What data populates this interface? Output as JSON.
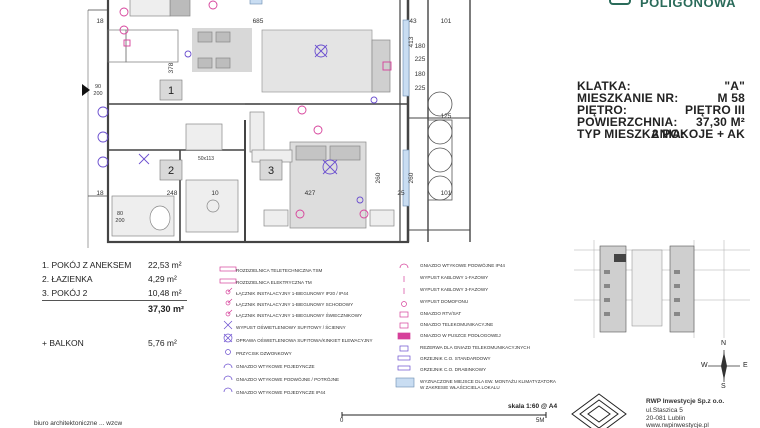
{
  "brand": {
    "logo_text": "POLIGONOWA"
  },
  "apartment": {
    "rows": [
      {
        "label": "KLATKA:",
        "value": "\"A\""
      },
      {
        "label": "MIESZKANIE NR:",
        "value": "M  58"
      },
      {
        "label": "PIĘTRO:",
        "value": "PIĘTRO III"
      },
      {
        "label": "POWIERZCHNIA:",
        "value": "37,30 M²"
      },
      {
        "label": "TYP MIESZKANIA:",
        "value": "2 POKOJE + AK"
      }
    ]
  },
  "rooms": [
    {
      "name": "1. POKÓJ Z ANEKSEM",
      "area": "22,53 m²"
    },
    {
      "name": "2. ŁAZIENKA",
      "area": "4,29 m²"
    },
    {
      "name": "3. POKÓJ 2",
      "area": "10,48 m²"
    }
  ],
  "total_area": "37,30 m²",
  "balcony": {
    "name": "+ BALKON",
    "area": "5,76  m²"
  },
  "room_labels": [
    "1",
    "2",
    "3"
  ],
  "dimensions": [
    "685",
    "43",
    "101",
    "378",
    "413",
    "180",
    "225",
    "180",
    "225",
    "260",
    "50x113",
    "248",
    "10",
    "427",
    "260",
    "18",
    "18",
    "25",
    "101",
    "90",
    "200",
    "80",
    "200",
    "125"
  ],
  "legend_left": [
    "ROZDZIELNICA TELETECHNICZNA TSM",
    "ROZDZIELNICA ELEKTRYCZNA TM",
    "ŁĄCZNIK INSTALACYJNY 1-BIEGUNOWY IP20 / IP44",
    "ŁĄCZNIK INSTALACYJNY 1-BIEGUNOWY SCHODOWY",
    "ŁĄCZNIK INSTALACYJNY 1-BIEGUNOWY ŚWIECZNIKOWY",
    "WYPUST OŚWIETLENIOWY SUFITOWY / ŚCIENNY",
    "OPRAWA OŚWIETLENIOWA SUFITOWA/KINKIET ELEWACYJNY",
    "PRZYCISK DZWONKOWY",
    "GNIAZDO WTYKOWE POJEDYNCZE",
    "GNIAZDO WTYKOWE PODWÓJNE / POTRÓJNE",
    "GNIAZDO WTYKOWE POJEDYNCZE IP44"
  ],
  "legend_right": [
    "GNIAZDO WTYKOWE PODWÓJNE IP44",
    "WYPUST KABLOWY 1-FAZOWY",
    "WYPUST KABLOWY 3-FAZOWY",
    "WYPUST DOMOFONU",
    "GNIAZDO RTV/SAT",
    "GNIAZDO TELEKOMUNIKACYJNE",
    "GNIAZDO W PUSZCE PODŁOGOWEJ",
    "REZERWA DLA GNIAZD TELEKOMUNIKACYJNYCH",
    "GRZEJNIK C.O. STANDARDOWY",
    "GRZEJNIK C.O. DRABINKOWY",
    "WYZNACZONE MIEJSCE DLA EW. MONTAŻU KLIMATYZATORA",
    "W ZAKRESIE WŁAŚCICIELA LOKALU"
  ],
  "compass": {
    "n": "N",
    "w": "W",
    "e": "E",
    "s": "S"
  },
  "scale": {
    "label": "skala 1:60 @ A4",
    "zero": "0",
    "max": "5M"
  },
  "developer": {
    "name": "RWP Inwestycje Sp.z o.o.",
    "street": "ul.Staszica 5",
    "city": "20-081 Lublin",
    "web": "www.rwpinwestycje.pl"
  },
  "footer_left": "biuro   architektoniczne   ...   wzcw",
  "colors": {
    "wall": "#444444",
    "accent": "#2a6b5a",
    "electric": "#6b4fcf",
    "pink": "#d6409a",
    "window": "#c9ddf2",
    "room_badge": "#d9d9d9"
  }
}
